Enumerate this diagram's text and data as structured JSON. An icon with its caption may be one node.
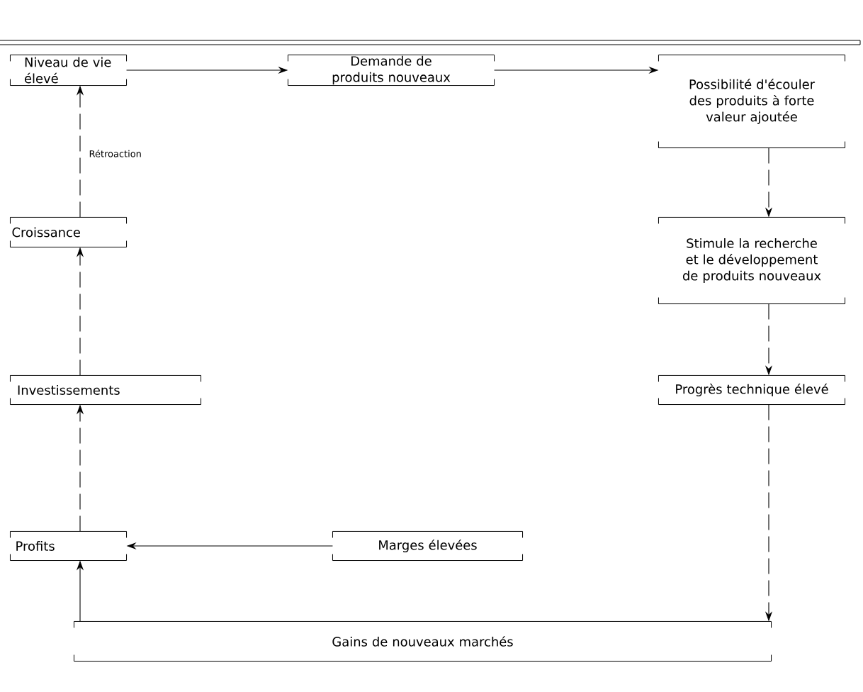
{
  "diagram": {
    "nodes": [
      {
        "text": [
          "Niveau de vie élevé"
        ]
      },
      {
        "text": [
          "Demande de produits nouveaux"
        ]
      },
      {
        "text": [
          "Possibilité d'écouler des produits à forte valeur ajoutée"
        ]
      },
      {
        "text": [
          "Croissance"
        ]
      },
      {
        "text": [
          "Stimule la recherche et le développement de produits nouveaux"
        ]
      },
      {
        "text": [
          "Investissements"
        ]
      },
      {
        "text": [
          "Progrès technique élevé"
        ]
      },
      {
        "text": [
          "Profits"
        ]
      },
      {
        "text": [
          "Marges élevées"
        ]
      },
      {
        "text": [
          "Gains de nouveaux marchés"
        ]
      }
    ],
    "edges": [
      {
        "from": 0,
        "to": 1,
        "arrow": "to"
      },
      {
        "from": 1,
        "to": 2,
        "arrow": "to"
      },
      {
        "from": 2,
        "to": 4,
        "arrow": "to",
        "style": "dashed"
      },
      {
        "from": 4,
        "to": 6,
        "arrow": "to",
        "style": "dashed"
      },
      {
        "from": 6,
        "to": 9,
        "arrow": "to",
        "style": "dashed"
      },
      {
        "from": 8,
        "to": 7,
        "arrow": "to"
      },
      {
        "from": 9,
        "to": 7,
        "arrow": "to"
      },
      {
        "from": 7,
        "to": 5,
        "arrow": "to",
        "style": "dashed"
      },
      {
        "from": 5,
        "to": 3,
        "arrow": "to",
        "style": "dashed"
      },
      {
        "from": 3,
        "to": 0,
        "arrow": "to",
        "label": "Rétroaction",
        "style": "dashed"
      }
    ]
  }
}
